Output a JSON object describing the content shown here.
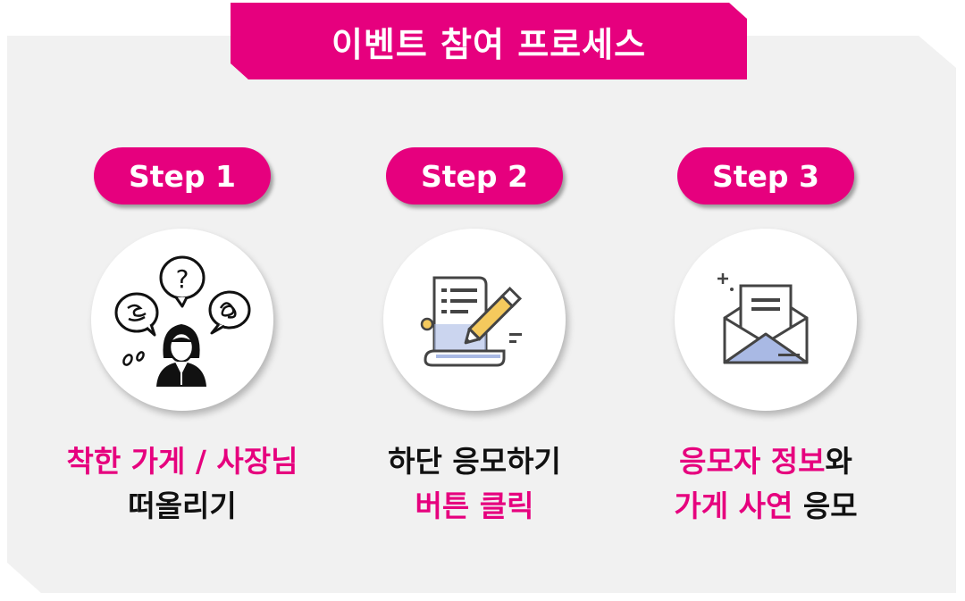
{
  "title": "이벤트 참여 프로세스",
  "colors": {
    "accent": "#e6007e",
    "panel": "#f1f1f1",
    "text": "#111111",
    "icon_blue": "#a9b9e4",
    "icon_yellow": "#f4c95d"
  },
  "steps": [
    {
      "label": "Step 1",
      "icon": "confused-person-icon",
      "caption_line1": [
        {
          "text": "착한 가게 / 사장님",
          "style": "pink"
        }
      ],
      "caption_line2": [
        {
          "text": "떠올리기",
          "style": "black"
        }
      ]
    },
    {
      "label": "Step 2",
      "icon": "document-pencil-icon",
      "caption_line1": [
        {
          "text": "하단 응모하기",
          "style": "black"
        }
      ],
      "caption_line2": [
        {
          "text": "버튼 클릭",
          "style": "pink"
        }
      ]
    },
    {
      "label": "Step 3",
      "icon": "envelope-letter-icon",
      "caption_line1": [
        {
          "text": "응모자 정보",
          "style": "pink"
        },
        {
          "text": "와",
          "style": "black"
        }
      ],
      "caption_line2": [
        {
          "text": "가게 사연",
          "style": "pink"
        },
        {
          "text": " 응모",
          "style": "black"
        }
      ]
    }
  ]
}
